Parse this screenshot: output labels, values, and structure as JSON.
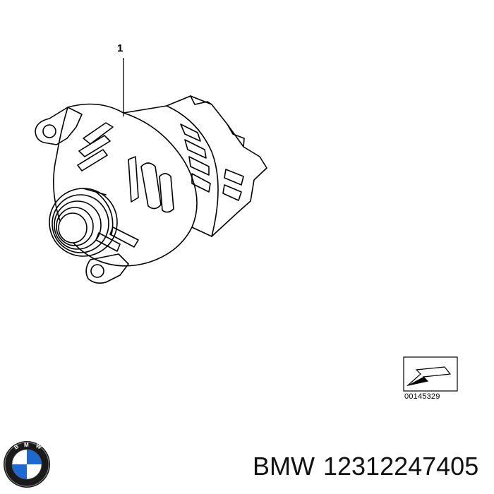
{
  "diagram": {
    "callout": "1",
    "reference_code": "00145329"
  },
  "footer": {
    "brand": "BMW",
    "part_number": "12312247405"
  },
  "icons": {
    "part": "alternator-drawing",
    "marker": "arrow-tag-icon",
    "logo": "bmw-logo"
  },
  "colors": {
    "line": "#000000",
    "logo_blue": "#1c69d4",
    "logo_ring": "#1a1a1a"
  }
}
